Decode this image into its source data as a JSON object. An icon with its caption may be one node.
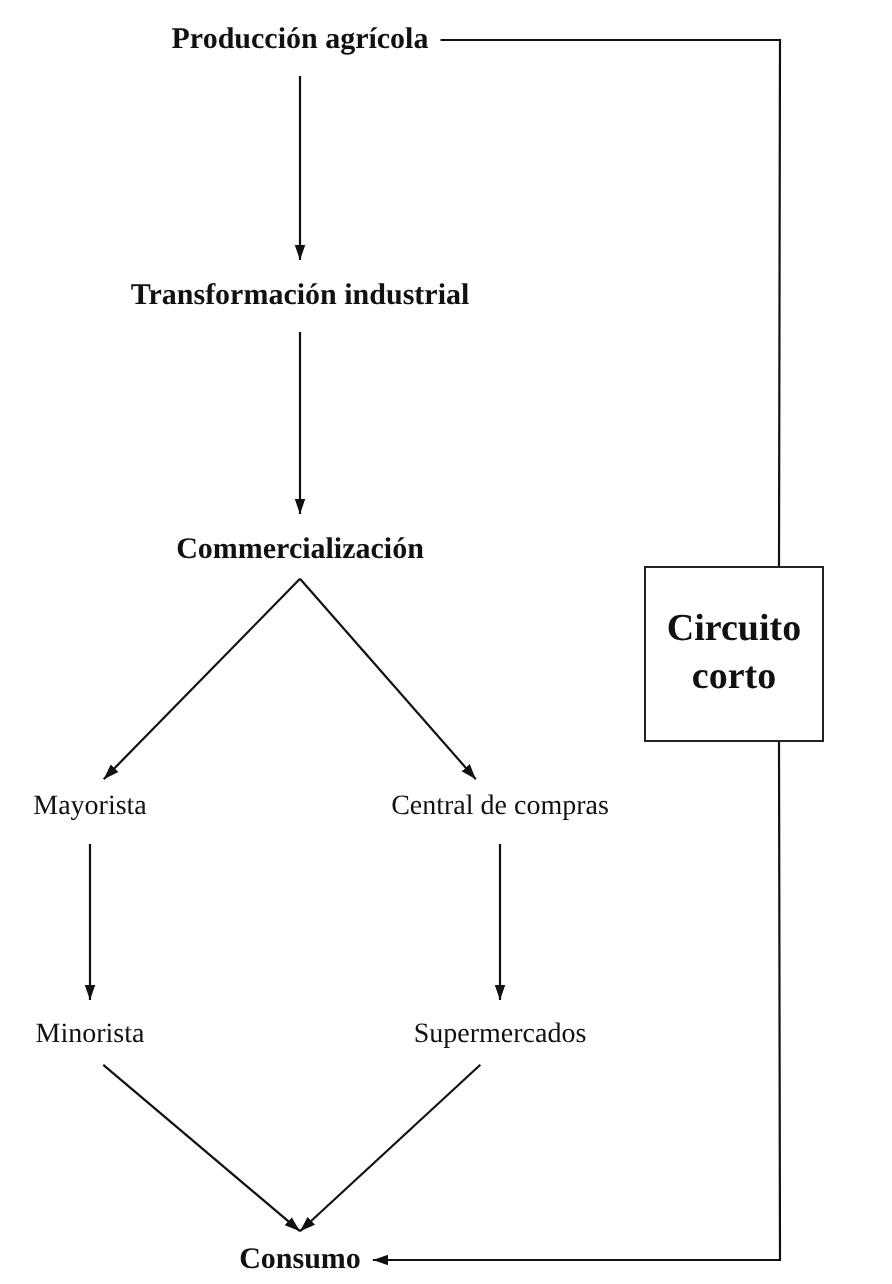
{
  "diagram": {
    "nodes": [
      {
        "text": [
          "Producción agrícola"
        ]
      },
      {
        "text": [
          "Transformación industrial"
        ]
      },
      {
        "text": [
          "Commercialización"
        ]
      },
      {
        "text": [
          "Mayorista"
        ]
      },
      {
        "text": [
          "Central de compras"
        ]
      },
      {
        "text": [
          "Minorista"
        ]
      },
      {
        "text": [
          "Supermercados"
        ]
      },
      {
        "text": [
          "Consumo"
        ]
      },
      {
        "text": [
          "Circuito corto"
        ]
      }
    ],
    "edges": [
      {
        "from": 0,
        "to": 1,
        "arrow": "to"
      },
      {
        "from": 1,
        "to": 2,
        "arrow": "to"
      },
      {
        "from": 2,
        "to": 3,
        "arrow": "to"
      },
      {
        "from": 2,
        "to": 4,
        "arrow": "to"
      },
      {
        "from": 3,
        "to": 5,
        "arrow": "to"
      },
      {
        "from": 4,
        "to": 6,
        "arrow": "to"
      },
      {
        "from": 5,
        "to": 7,
        "arrow": "to"
      },
      {
        "from": 6,
        "to": 7,
        "arrow": "to"
      },
      {
        "from": 0,
        "to": 8,
        "arrow": "none"
      },
      {
        "from": 8,
        "to": 7,
        "arrow": "to"
      }
    ]
  }
}
